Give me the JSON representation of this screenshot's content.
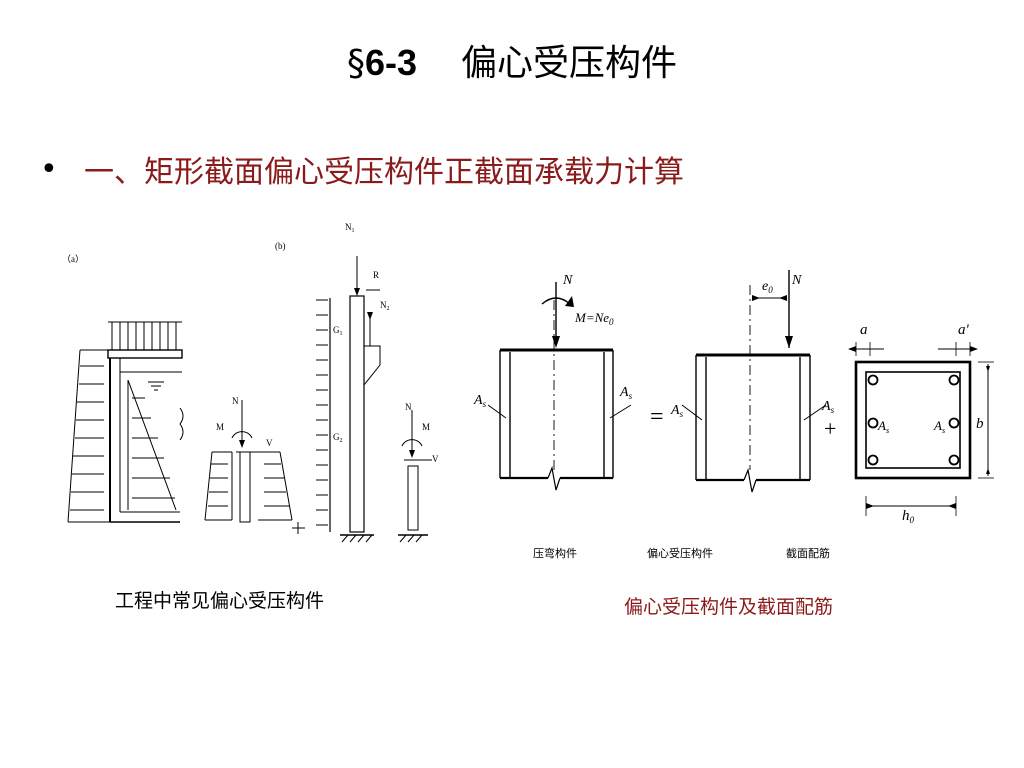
{
  "title": {
    "prefix": "§",
    "number": "6-3",
    "text": "偏心受压构件"
  },
  "bullet": {
    "marker": "•",
    "text": "一、矩形截面偏心受压构件正截面承载力计算"
  },
  "left_figure": {
    "label_a": "（a）",
    "label_b": "(b)",
    "labels": {
      "N": "N",
      "M": "M",
      "V": "V",
      "N1": "N",
      "N1_sub": "1",
      "N2": "N",
      "N2_sub": "2",
      "R": "R",
      "G1": "G",
      "G1_sub": "1",
      "G2": "G",
      "G2_sub": "2"
    },
    "caption": "工程中常见偏心受压构件"
  },
  "right_figure": {
    "labels": {
      "N": "N",
      "M_eq": "M=Ne",
      "e0": "e",
      "zero_sub": "0",
      "As": "A",
      "As_sub": "s",
      "As_prime": "A",
      "a": "a",
      "a_prime": "a'",
      "b": "b",
      "h0": "h",
      "equals": "=",
      "plus": "+"
    },
    "sub_captions": [
      "压弯构件",
      "偏心受压构件",
      "截面配筋"
    ],
    "caption": "偏心受压构件及截面配筋"
  }
}
